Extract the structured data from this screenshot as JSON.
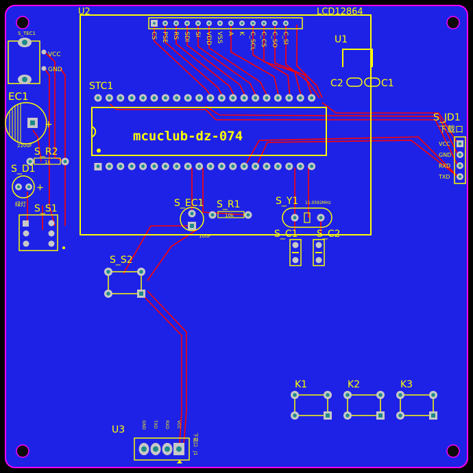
{
  "colors": {
    "board": "#1e22e6",
    "outline": "#ff00ff",
    "silk": "#ffff00",
    "trace": "#ff0000",
    "pad": "#c8c8c8",
    "padhole": "#1e8a8a",
    "hole": "#0b0b0b"
  },
  "labels": {
    "u2": "U2",
    "lcd": "LCD12864",
    "u1": "U1",
    "c2": "C2",
    "c1": "C1",
    "stc1": "STC1",
    "brand": "mcuclub-dz-074",
    "s_jd1": "S_JD1",
    "download": "下载口",
    "ec1": "EC1",
    "ec1_value": "220uF",
    "s_tec1": "S_TEC1",
    "vcc": "VCC",
    "gnd": "GND",
    "s_r2": "S_R2",
    "r2_value": "1k",
    "s_d1": "S_D1",
    "d1_value": "绿灯",
    "s_s1": "S_S1",
    "s_ec1": "S_EC1",
    "s_ec1_value": "10uF",
    "s_r1": "S_R1",
    "r1_value": "10k",
    "s_y1": "S_Y1",
    "y1_value": "11.0592MHz",
    "s_c1": "S_C1",
    "s_c2": "S_C2",
    "s_s2": "S_S2",
    "k1": "K1",
    "k2": "K2",
    "k3": "K3",
    "u3": "U3",
    "u3_side": "下载口",
    "u3_ref": "J1"
  },
  "lcd_pins": [
    "CS",
    "PSE",
    "RS",
    "SDI",
    "SI",
    "VDD",
    "VSS",
    "A",
    "K",
    "C_SCL",
    "C_CS",
    "C_SO",
    "C_SI"
  ],
  "jd1_pins": [
    "VCC",
    "GND",
    "RXD",
    "TXD"
  ],
  "u3_pins": [
    "GND",
    "TXD",
    "RXD",
    "VCC"
  ]
}
